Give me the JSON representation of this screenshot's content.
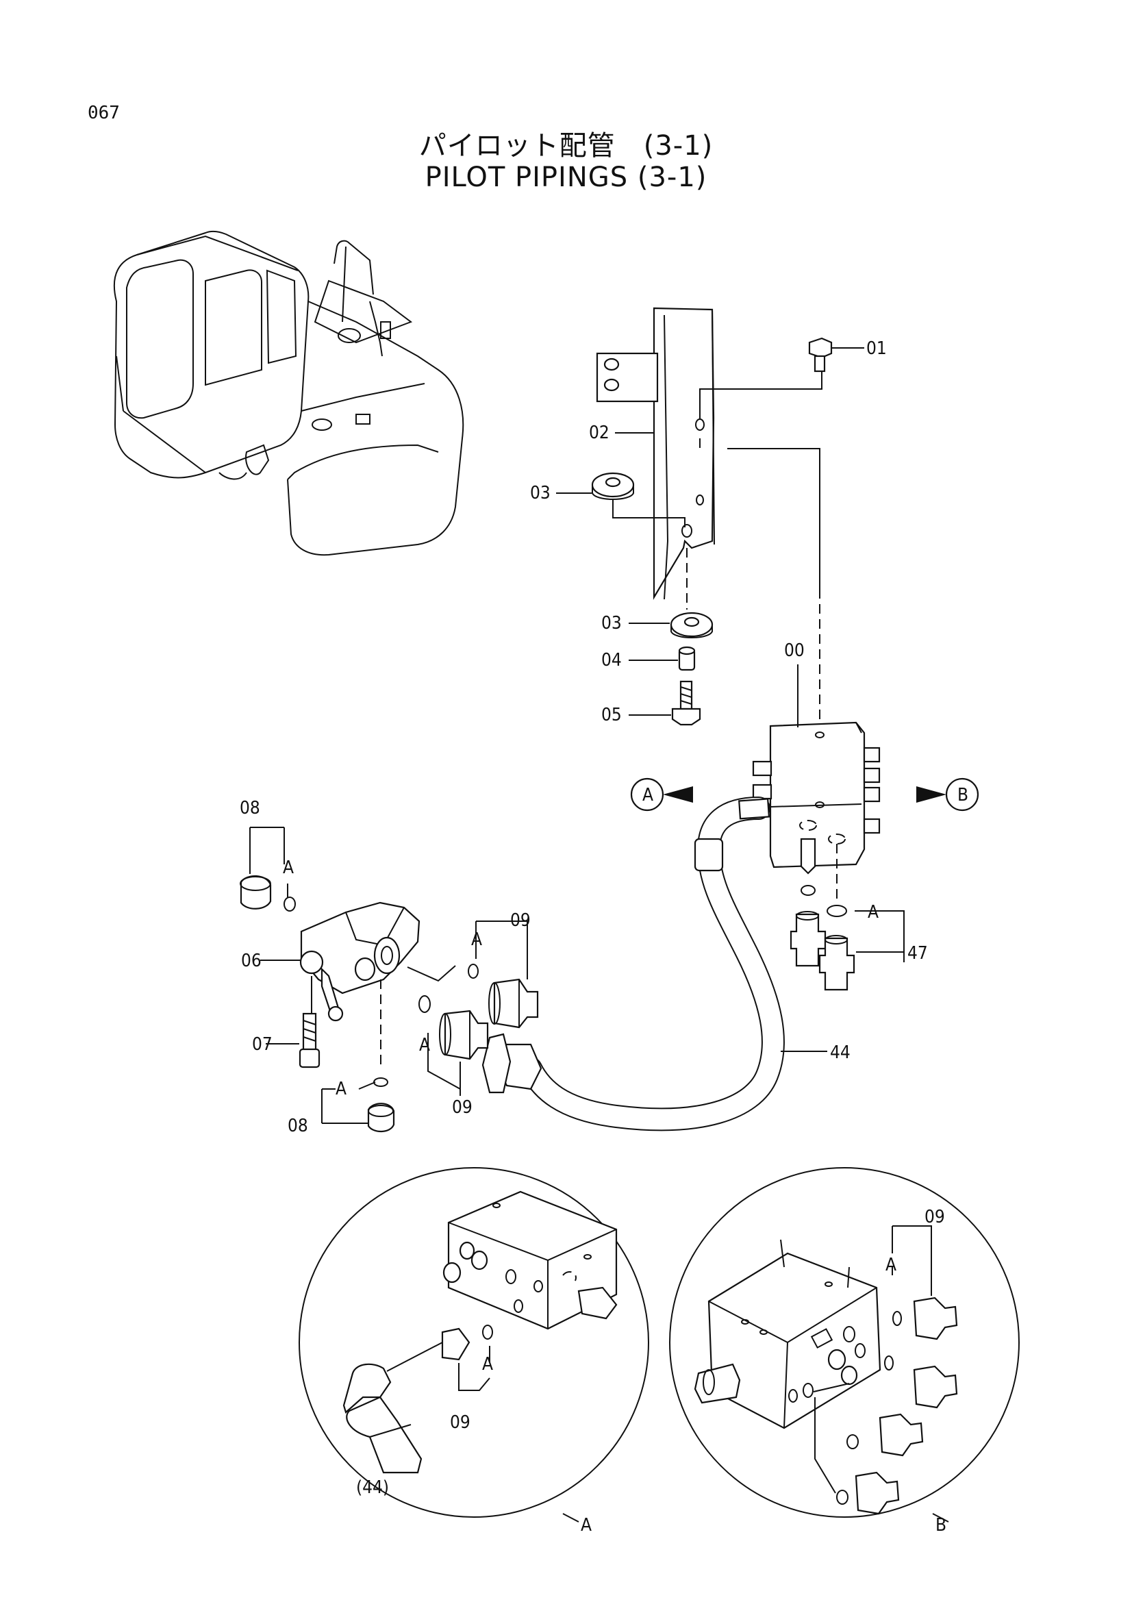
{
  "header": {
    "page_number": "067",
    "title_jp": "パイロット配管　(3-1)",
    "title_en": "PILOT  PIPINGS  (3-1)"
  },
  "callouts": {
    "p01": "01",
    "p02": "02",
    "p03a": "03",
    "p03b": "03",
    "p04": "04",
    "p05": "05",
    "p00": "00",
    "p08a": "08",
    "p08b": "08",
    "p06": "06",
    "p07": "07",
    "p09a": "09",
    "p09b": "09",
    "p09c": "09",
    "p09d": "09",
    "p44": "44",
    "p44ref": "(44)",
    "p47": "47",
    "ring_a1": "A",
    "ring_a2": "A",
    "ring_a3": "A",
    "ring_a4": "A",
    "ring_a5": "A",
    "ring_a6": "A",
    "ring_a7": "A"
  },
  "views": {
    "view_a_marker": "A",
    "view_b_marker": "B",
    "view_a_label": "A",
    "view_b_label": "B"
  }
}
